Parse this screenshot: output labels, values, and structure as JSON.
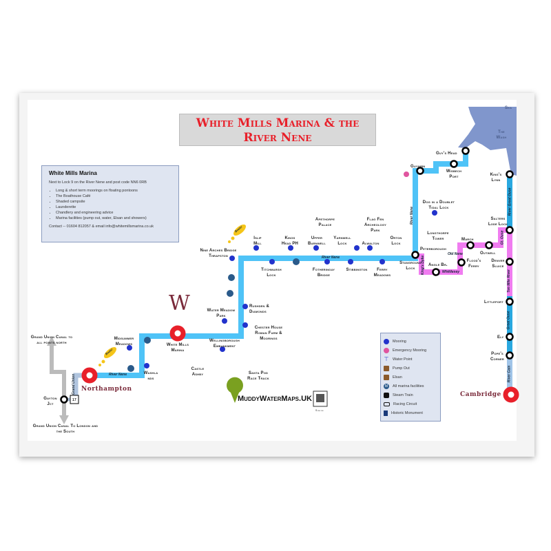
{
  "title": "White Mills Marina & the River Nene",
  "info": {
    "heading": "White Mills Marina",
    "subtitle": "Next to Lock 9 on the River Nene and post code NN6 0RB",
    "bullets": [
      "Long & short term moorings on floating pontoons",
      "The Boathouse Café",
      "Shaded campsite",
      "Launderette",
      "Chandlery and engineering advice",
      "Marina facilities (pump out, water, Elsan and showers)"
    ],
    "contact": "Contact -- 01604 812057 & email info@whitemillsmarina.co.uk"
  },
  "places": {
    "northampton": "Northampton",
    "white_mills": "White Mills Marina",
    "cambridge": "Cambridge",
    "gu_north": "Grand Union Canal to all points north",
    "gu_south": "Grand Union Canal To London and the South",
    "gayton": "Gayton Jct",
    "lock17": "17",
    "midsummer": "Midsummer Meadows",
    "washlands": "Washla nds",
    "castle_ashby": "Castle Ashby",
    "water_meadow": "Water Meadow Park",
    "wellingborough": "Wellingborough Embankment",
    "rushden": "Rushden & Diamonds",
    "chester": "Chester House Roman Farm & Moorings",
    "santa_pod": "Santa Pod Race Track",
    "nine_arches": "Nine Arches Bridge Thrapston",
    "islip": "Islip Mill",
    "titchmarsh": "Titchmarsh Lock",
    "kings_head": "Kings Head PH",
    "apethorpe": "Apethorpe Palace",
    "upper_barnwell": "Upper Barnwell",
    "fotheringay": "Fotheringay Bridge",
    "yarnwell": "Yarnwell Lock",
    "stibbington": "Stibbington",
    "alwalton": "Alwalton",
    "flag_fen": "Flag Fen Archeology Park",
    "ferry_meadows": "Ferry Meadows",
    "orton": "Orton Lock",
    "stanground": "Stanground Lock",
    "peterborough": "Peterborough",
    "longthorpe": "Longthorpe Tower",
    "dog_doublet": "Dog in a Doublet Tidal Lock",
    "guyhirn": "Guyhirn",
    "wisbech": "Wisbech Port",
    "guys_head": "Guy's Head",
    "sea": "Sea",
    "wash": "The Wash",
    "kings_lynn": "King's Lynn",
    "salters": "Salters Lode Lock",
    "march": "March",
    "outwell": "Outwell",
    "floods_ferry": "Flood's Ferry",
    "angle_br": "Angle Br.",
    "denver": "Denver Sluice",
    "littleport": "Littleport",
    "ely": "Ely",
    "popes_corner": "Pope's Corner"
  },
  "rivers": {
    "nene1": "River Nene",
    "nene2": "River Nene",
    "nene3": "River Nene",
    "grand_union": "Grand Union",
    "kings_dyke": "King's Dyke",
    "whittlesey": "Whittlesey",
    "old_nene": "Old Nene",
    "gt_ouse": "Gt. Ouse",
    "great_ouse_river": "River Great Ouse",
    "ten_mile": "Ten Mile River",
    "great_ouse": "Great Ouse",
    "river_cam": "River Cam"
  },
  "bubble": "Boats!",
  "brand": "MuddyWaterMaps.UK",
  "qr_caption": "Scan me",
  "legend": [
    "Mooring",
    "Emergency Mooring",
    "Water Point",
    "Pump Out",
    "Elsan",
    "All marina facilities",
    "Steam Train",
    "Racing Circuit",
    "Historic Monument"
  ],
  "colors": {
    "river": "#4fc3f7",
    "pink": "#f07cf0",
    "red": "#e8202a",
    "title_red": "#e8202a",
    "wash": "#8096cc"
  }
}
